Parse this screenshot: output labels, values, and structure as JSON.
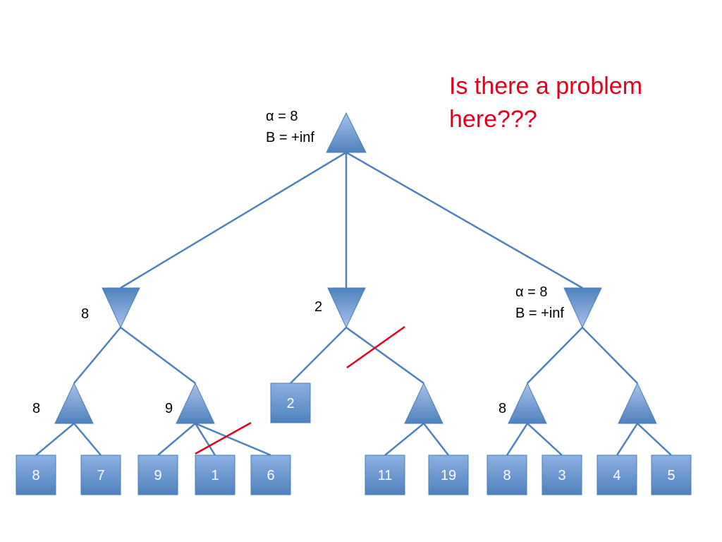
{
  "question": {
    "line1": "Is there a problem",
    "line2": "here???",
    "color": "#e3001b"
  },
  "root": {
    "alpha_label": "α = 8",
    "beta_label": "B = +inf"
  },
  "right_min": {
    "alpha_label": "α = 8",
    "beta_label": "B = +inf"
  },
  "node_values": {
    "left_min": "8",
    "middle_min": "2",
    "left_max_a": "8",
    "left_max_b": "9",
    "right_max_a": "8"
  },
  "leaves": {
    "l1": "8",
    "l2": "7",
    "l3": "9",
    "l4": "1",
    "l5": "6",
    "mid_square": "2",
    "l6": "11",
    "l7": "19",
    "l8": "8",
    "l9": "3",
    "l10": "4",
    "l11": "5"
  },
  "colors": {
    "node_light": "#a7c2ea",
    "node_dark": "#4f81bd",
    "edge": "#4f81bd",
    "prune": "#e3001b"
  }
}
